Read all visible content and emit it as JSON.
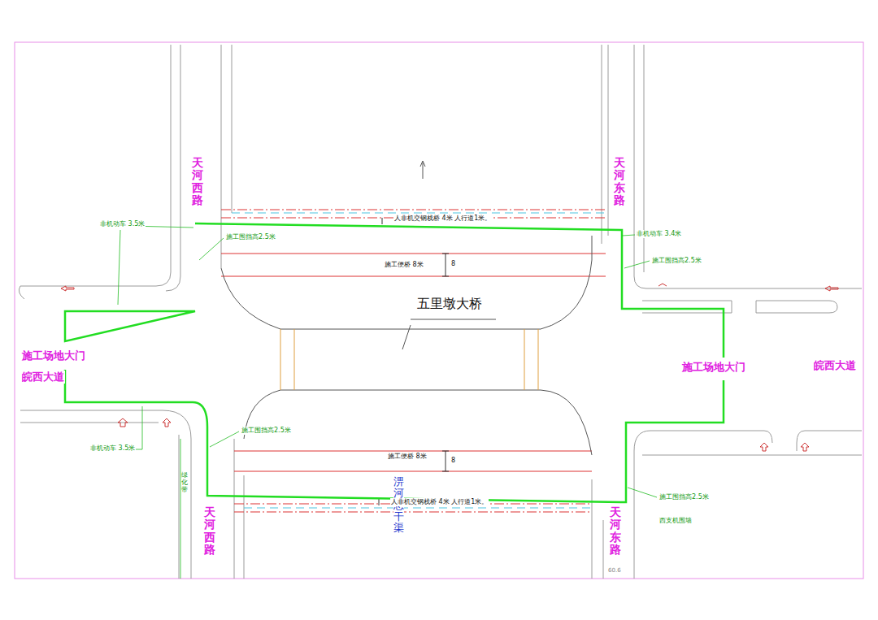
{
  "diagram": {
    "labels": [
      "天河西路",
      "天河东路",
      "五里墩大桥",
      "施工场地大门",
      "皖西大道",
      "施工场地大门",
      "皖西大道",
      "人非机交钢栈桥 4米 人行道1米。",
      "施工便桥 8米",
      "8",
      "非机动车 3.5米",
      "施工围挡高2.5米",
      "非机动车 3.4米",
      "施工围挡高2.5米",
      "施工围挡高2.5米",
      "非机动车 3.5米",
      "施工便桥 8米",
      "8",
      "绿化带",
      "淠河总干渠",
      "人非机交钢栈桥 4米 人行道1米。",
      "天河西路",
      "天河东路",
      "施工围挡高2.5米",
      "西支机围墙",
      "60.6"
    ]
  }
}
